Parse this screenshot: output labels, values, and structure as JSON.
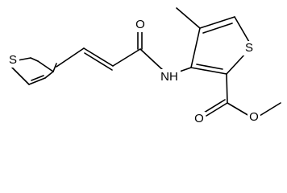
{
  "molecule": {
    "atoms": {
      "s1": "S",
      "s2": "S",
      "nh": "NH",
      "o_amide": "O",
      "o_carbonyl": "O",
      "o_ester": "O"
    }
  }
}
